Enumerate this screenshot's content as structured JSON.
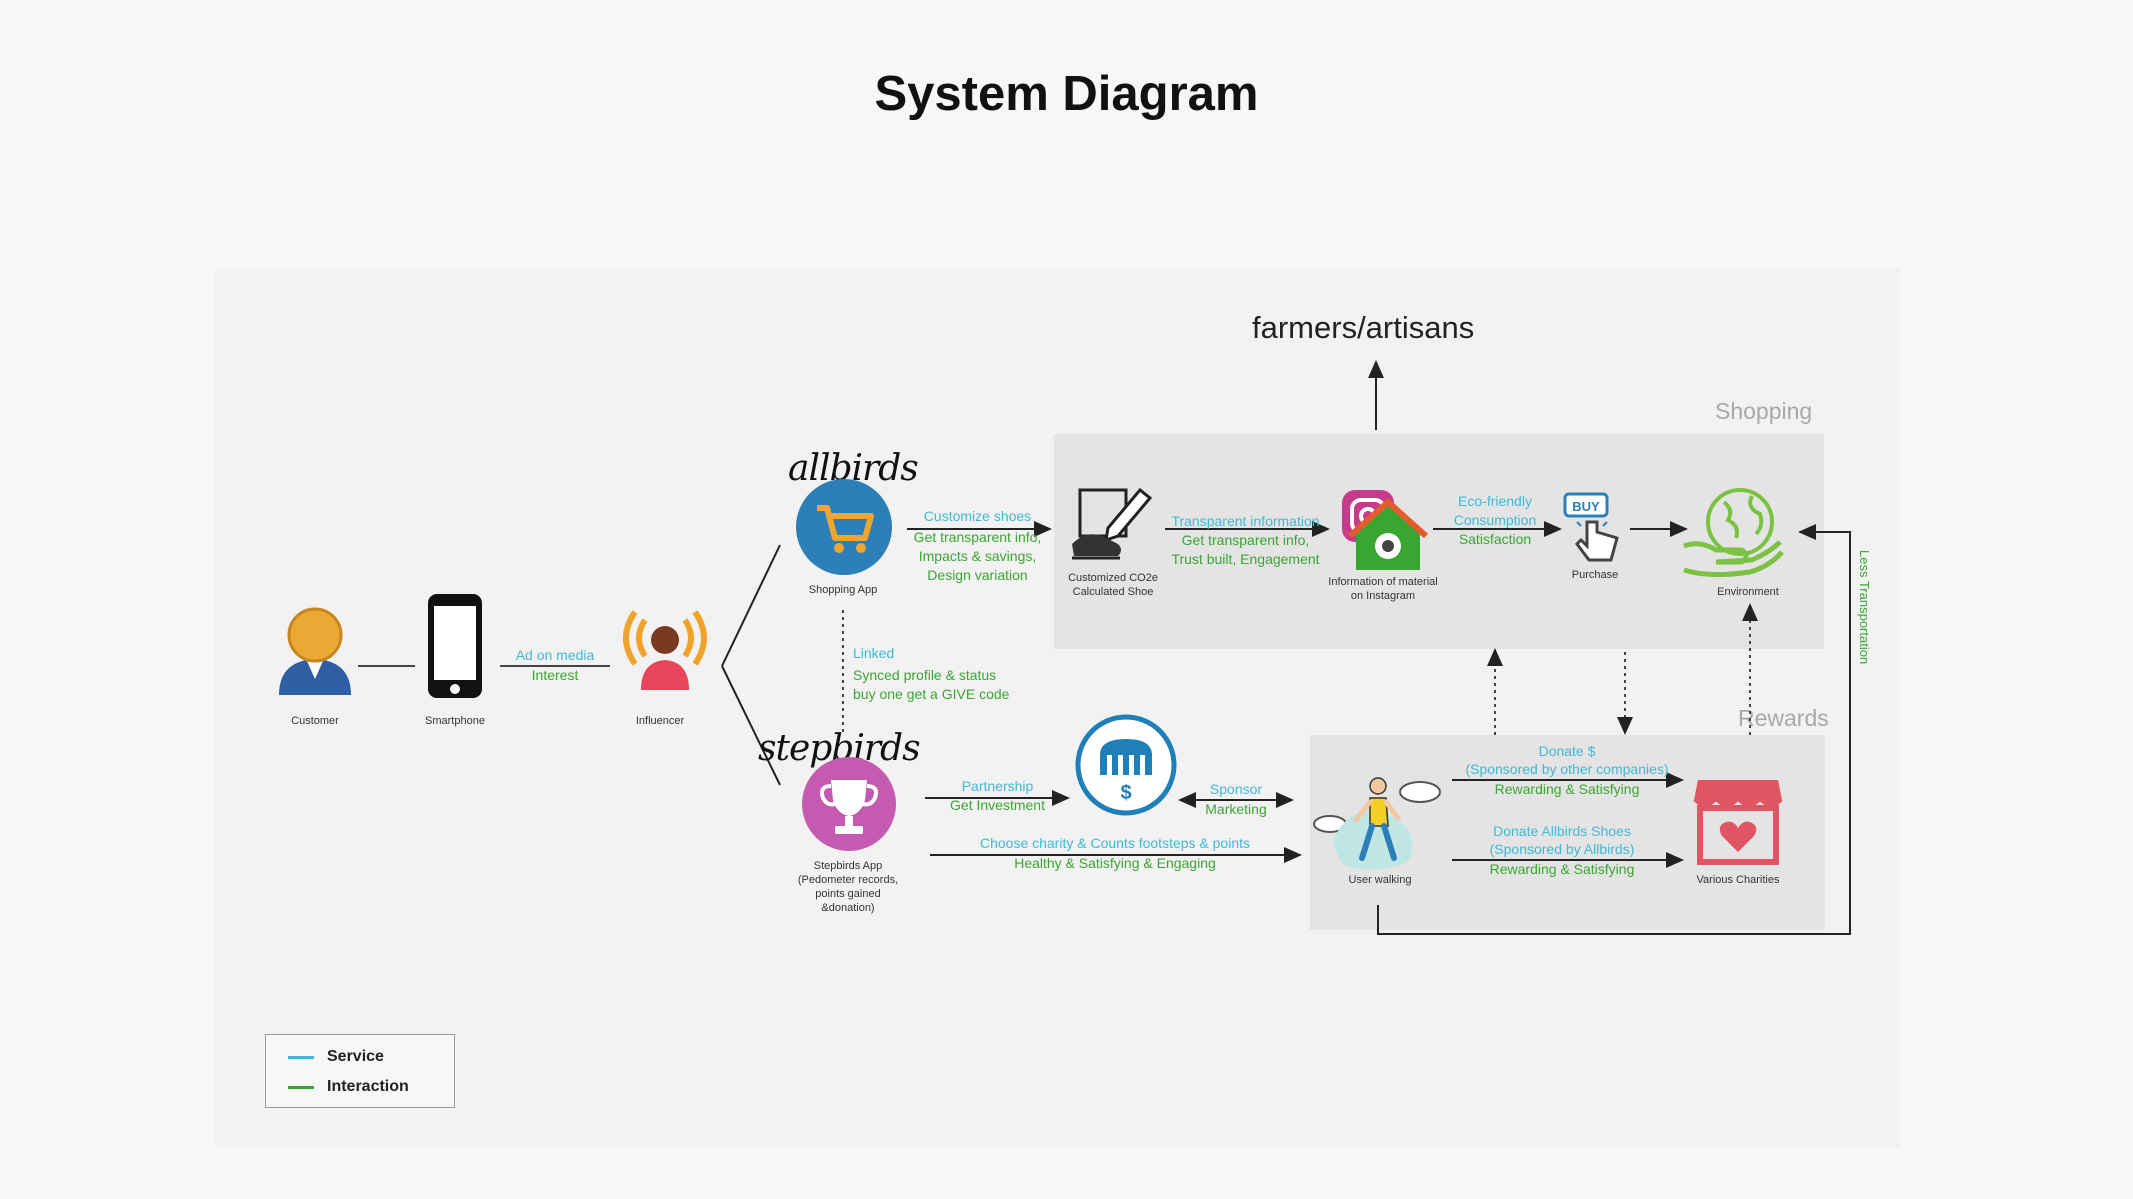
{
  "title": "System Diagram",
  "zones": {
    "shopping": "Shopping",
    "rewards": "Rewards"
  },
  "top_label": "farmers/artisans",
  "brands": {
    "allbirds": "allbirds",
    "stepbirds": "stepbirds"
  },
  "nodes": {
    "customer": "Customer",
    "smartphone": "Smartphone",
    "influencer": "Influencer",
    "shopping_app": "Shopping App",
    "customized_shoe": [
      "Customized CO2e",
      "Calculated Shoe"
    ],
    "instagram": [
      "Information of material",
      "on Instagram"
    ],
    "purchase": "Purchase",
    "environment": "Environment",
    "stepbirds_app": [
      "Stepbirds App",
      "(Pedometer records,",
      "points gained",
      "&donation)"
    ],
    "user_walking": "User walking",
    "various_charities": "Various Charities"
  },
  "edges": {
    "ad_on_media": {
      "service": "Ad on media",
      "interaction": "Interest"
    },
    "customize": {
      "service": "Customize shoes",
      "interaction": [
        "Get transparent info,",
        "Impacts & savings,",
        "Design variation"
      ]
    },
    "transparent": {
      "service": "Transparent information",
      "interaction": [
        "Get transparent info,",
        "Trust built, Engagement"
      ]
    },
    "eco": {
      "service": [
        "Eco-friendly",
        "Consumption"
      ],
      "interaction": "Satisfaction"
    },
    "linked": {
      "service": "Linked",
      "interaction": [
        "Synced profile & status",
        "buy one get a GIVE code"
      ]
    },
    "partnership": {
      "service": "Partnership",
      "interaction": "Get Investment"
    },
    "sponsor": {
      "service": "Sponsor",
      "interaction": "Marketing"
    },
    "choose_charity": {
      "service": "Choose charity & Counts footsteps & points",
      "interaction": "Healthy & Satisfying & Engaging"
    },
    "donate_money": {
      "service": [
        "Donate $",
        "(Sponsored by other companies)"
      ],
      "interaction": "Rewarding & Satisfying"
    },
    "donate_shoes": {
      "service": [
        "Donate Allbirds Shoes",
        "(Sponsored by Allbirds)"
      ],
      "interaction": "Rewarding & Satisfying"
    },
    "less_transportation": {
      "interaction": "Less Transportation"
    }
  },
  "legend": {
    "service": "Service",
    "interaction": "Interaction"
  },
  "colors": {
    "service": "#40b9d6",
    "interaction": "#3aa632",
    "app_blue": "#2c7fb8",
    "app_pink": "#c45bb0",
    "instagram_green": "#3aa632",
    "charity_red": "#e05561",
    "sponsor_blue": "#1f7fb8"
  }
}
